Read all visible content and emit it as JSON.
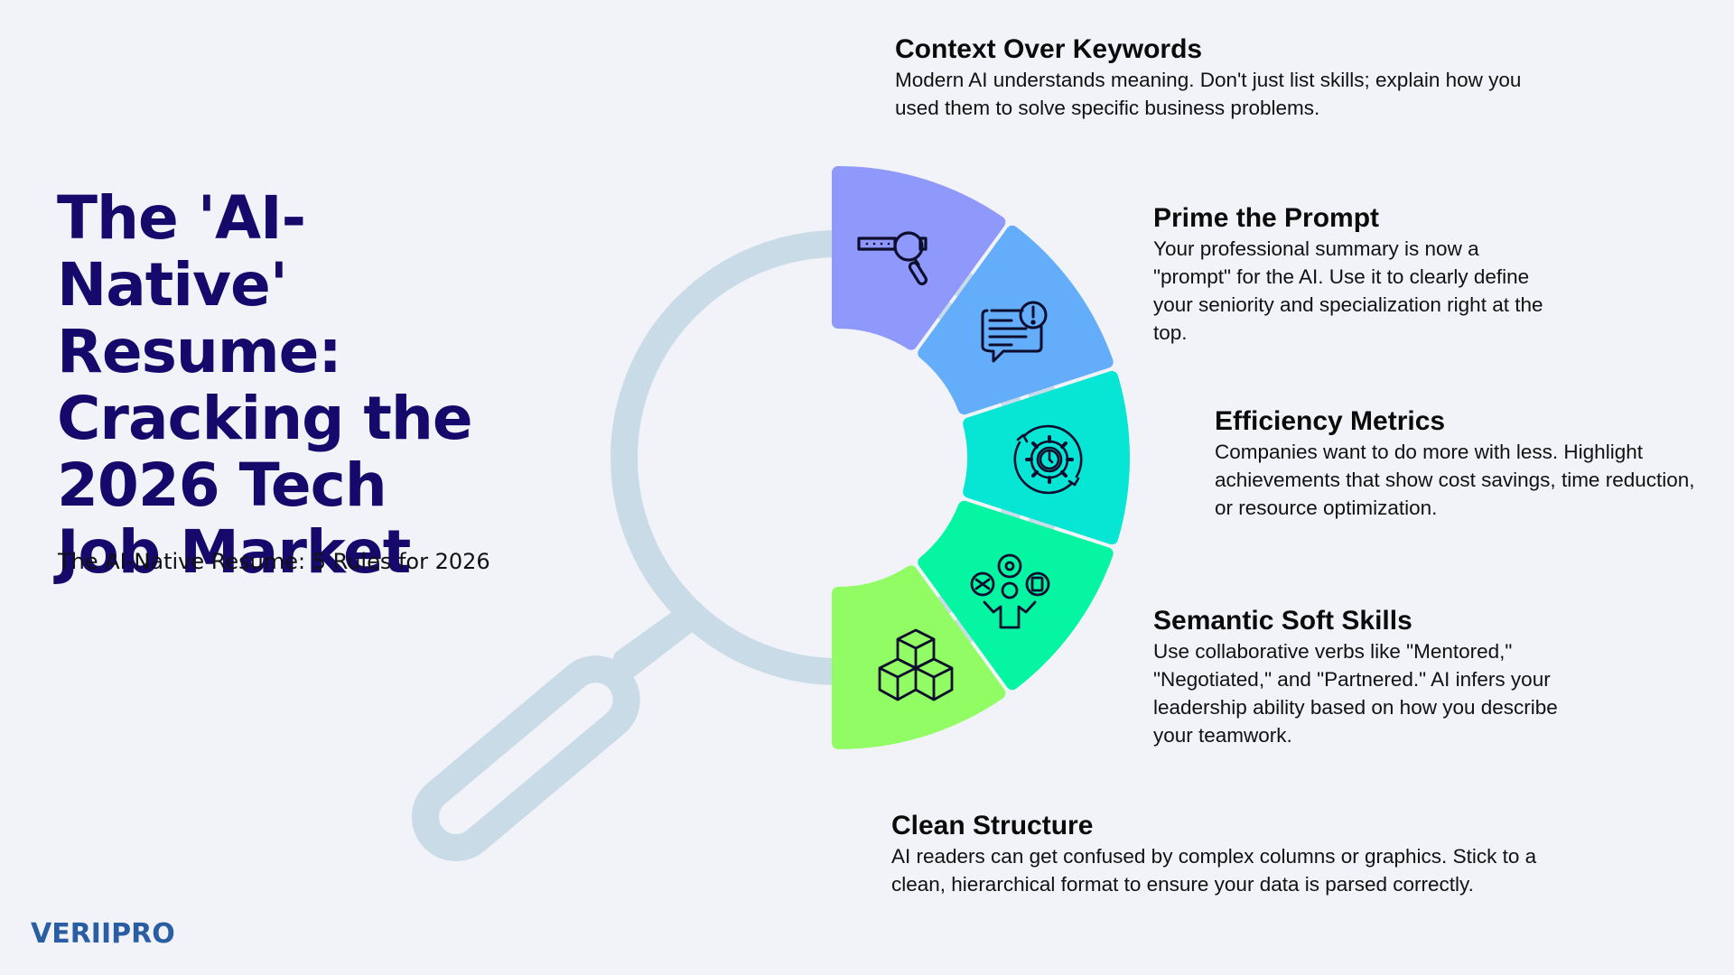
{
  "header": {
    "title": "The 'AI-Native' Resume: Cracking the 2026 Tech Job Market",
    "title_lines": [
      "The 'AI-Native'",
      "Resume:",
      "Cracking the",
      "2026 Tech",
      "Job Market"
    ],
    "subtitle": "The AI-Native Resume: 5 Rules for 2026"
  },
  "brand": {
    "name": "VERIIPRO",
    "color": "#2a5ea3"
  },
  "colors": {
    "background": "#f1f3f8",
    "title": "#150a6c",
    "magnifier": "#c9dbe6"
  },
  "rules": [
    {
      "title": "Context Over Keywords",
      "body": "Modern AI understands meaning. Don't just list skills; explain how you used them to solve specific business problems.",
      "icon": "magnifier-search-bar-icon",
      "color": "#8f98fb"
    },
    {
      "title": "Prime the Prompt",
      "body": "Your professional summary is now a \"prompt\" for the AI. Use it to clearly define your seniority and specialization right at the top.",
      "icon": "chat-alert-icon",
      "color": "#63adfa"
    },
    {
      "title": "Efficiency Metrics",
      "body": "Companies want to do more with less. Highlight achievements that show cost savings, time reduction, or resource optimization.",
      "icon": "gear-clock-cycle-icon",
      "color": "#07e6d5"
    },
    {
      "title": "Semantic Soft Skills",
      "body": "Use collaborative verbs like \"Mentored,\" \"Negotiated,\" and \"Partnered.\" AI infers your leadership ability based on how you describe your teamwork.",
      "icon": "person-juggling-skills-icon",
      "color": "#06f5a3"
    },
    {
      "title": "Clean Structure",
      "body": "AI readers can get confused by complex columns or graphics. Stick to a clean, hierarchical format to ensure your data is parsed correctly.",
      "icon": "stacked-cubes-icon",
      "color": "#91fc63"
    }
  ]
}
